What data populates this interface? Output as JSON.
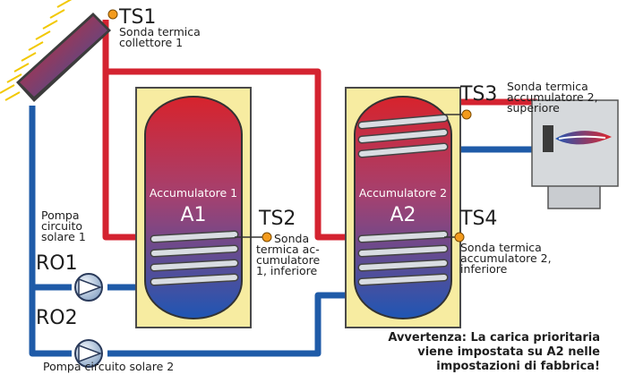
{
  "collector": {
    "sensor_id": "TS1",
    "sensor_desc": [
      "Sonda termica",
      "collettore 1"
    ]
  },
  "tank1": {
    "name": "Accumulatore 1",
    "id": "A1",
    "sensor_id": "TS2",
    "sensor_desc": [
      "Sonda",
      "termica ac-",
      "cumulatore",
      "1, inferiore"
    ]
  },
  "tank2": {
    "name": "Accumulatore 2",
    "id": "A2",
    "sensor_top_id": "TS3",
    "sensor_top_desc": [
      "Sonda termica",
      "accumulatore 2,",
      "superiore"
    ],
    "sensor_bottom_id": "TS4",
    "sensor_bottom_desc": [
      "Sonda termica",
      "accumulatore 2,",
      "inferiore"
    ]
  },
  "pump1": {
    "id": "RO1",
    "desc": [
      "Pompa",
      "circuito",
      "solare 1"
    ]
  },
  "pump2": {
    "id": "RO2",
    "desc": "Pompa circuito solare 2"
  },
  "warning": [
    "Avvertenza: La carica prioritaria",
    "viene impostata su A2 nelle",
    "impostazioni di fabbrica!"
  ],
  "colors": {
    "hot_pipe": "#d42330",
    "cold_pipe": "#1f5ba8",
    "tank_housing": "#f7eca1",
    "sensor_dot": "#f39b1d"
  }
}
